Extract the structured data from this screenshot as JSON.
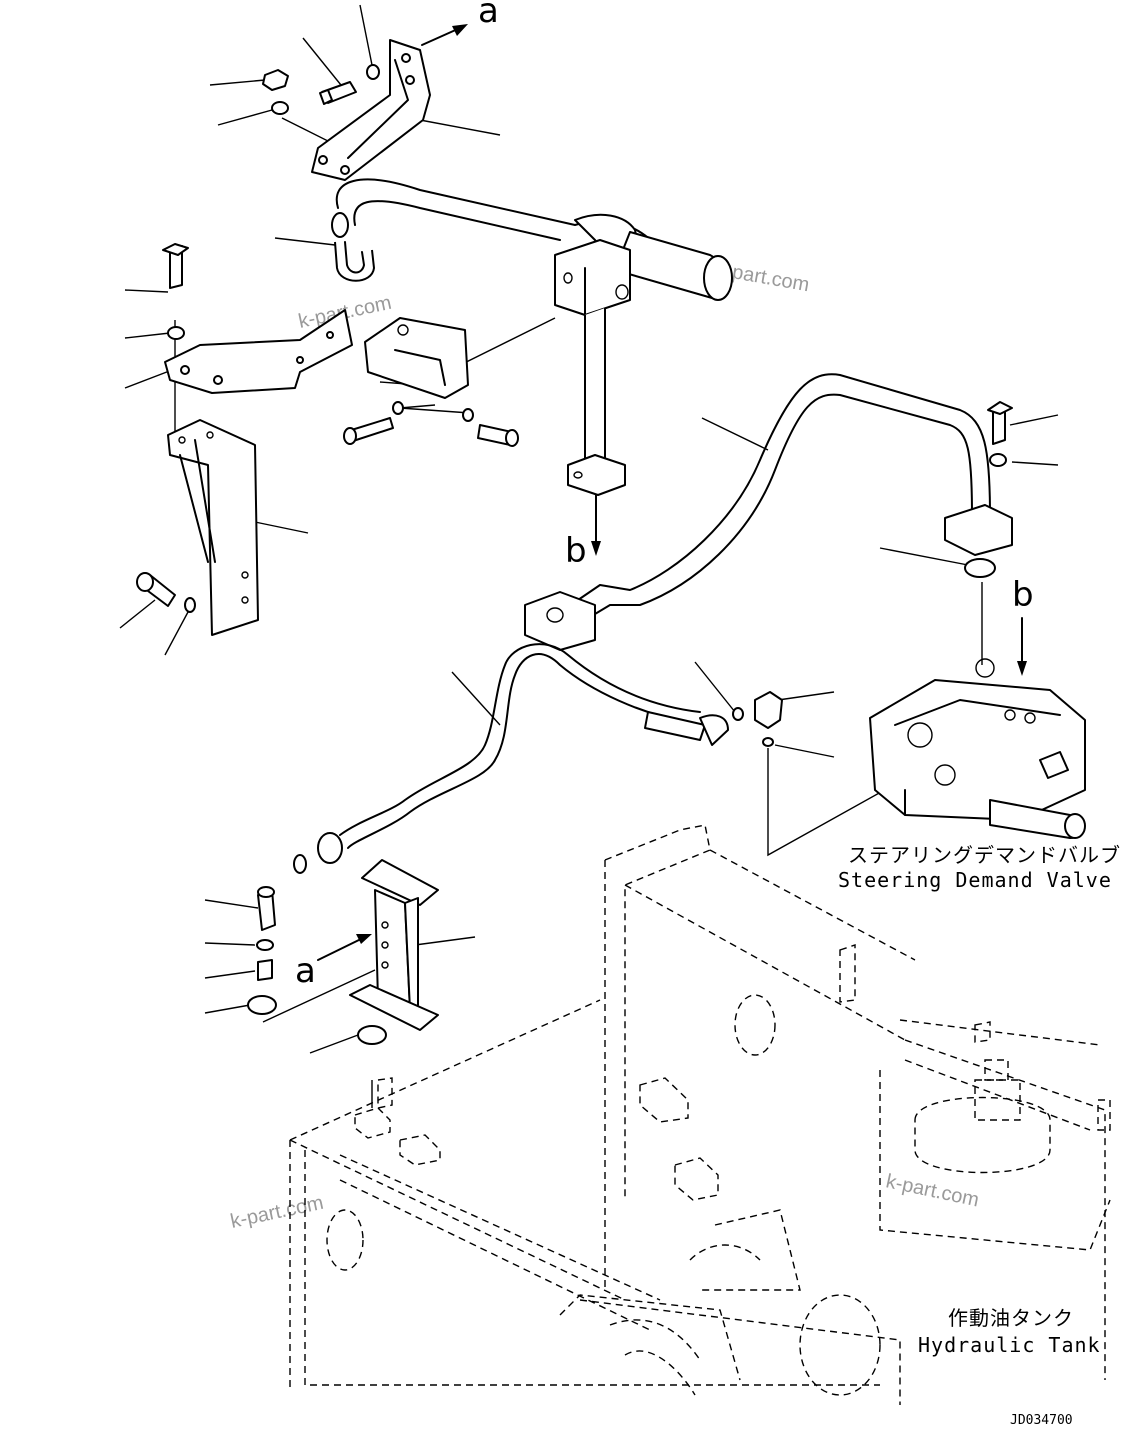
{
  "labels": {
    "arrow_a": "a",
    "arrow_b": "b",
    "steering_valve_jp": "ステアリングデマンドバルブ",
    "steering_valve_en": "Steering Demand Valve",
    "hydraulic_tank_jp": "作動油タンク",
    "hydraulic_tank_en": "Hydraulic Tank",
    "diagram_code": "JD034700"
  },
  "watermark": "k-part.com"
}
